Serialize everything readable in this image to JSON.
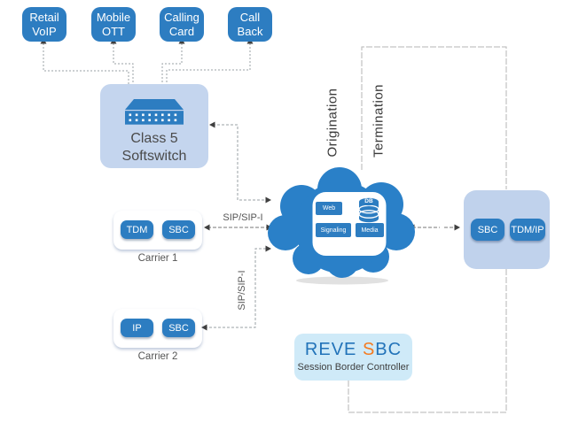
{
  "services": [
    {
      "line1": "Retail",
      "line2": "VoIP"
    },
    {
      "line1": "Mobile",
      "line2": "OTT"
    },
    {
      "line1": "Calling",
      "line2": "Card"
    },
    {
      "line1": "Call",
      "line2": "Back"
    }
  ],
  "softswitch": {
    "line1": "Class 5",
    "line2": "Softswitch"
  },
  "flow": {
    "origination": "Origination",
    "termination": "Termination"
  },
  "carrier1": {
    "name": "Carrier 1",
    "chip1": "TDM",
    "chip2": "SBC",
    "link_label": "SIP/SIP-I"
  },
  "carrier2": {
    "name": "Carrier 2",
    "chip1": "IP",
    "chip2": "SBC",
    "link_label": "SIP/SIP-I"
  },
  "cloud": {
    "web": "Web",
    "db": "DB",
    "signaling": "Signaling",
    "media": "Media"
  },
  "termination_node": {
    "chip1": "SBC",
    "chip2": "TDM/IP"
  },
  "brand": {
    "reve": "REVE",
    "s": "S",
    "bc": "BC",
    "subtitle": "Session Border Controller"
  },
  "colors": {
    "node_blue": "#2d7dc1",
    "panel_blue": "#c4d5ee",
    "cloud_blue": "#2a80c8",
    "reve_blue": "#2273b9",
    "reve_orange": "#f47b20",
    "reve_panel_bg": "#cfeaf8"
  }
}
